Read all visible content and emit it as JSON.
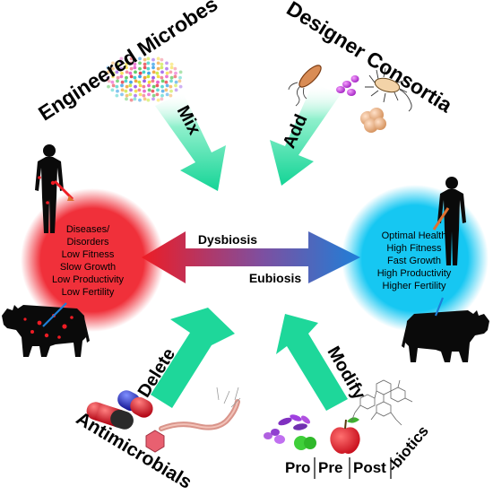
{
  "labels": {
    "engineered_microbes": "Engineered Microbes",
    "designer_consortia": "Designer Consortia",
    "antimicrobials": "Antimicrobials",
    "mix": "Mix",
    "add": "Add",
    "delete": "Delete",
    "modify": "Modify",
    "dysbiosis": "Dysbiosis",
    "eubiosis": "Eubiosis",
    "pro": "Pro",
    "pre": "Pre",
    "post": "Post",
    "biotics": "-biotics"
  },
  "dysbiosis_state": [
    "Diseases/",
    "Disorders",
    "Low Fitness",
    "Slow Growth",
    "Low Productivity",
    "Low Fertility"
  ],
  "eubiosis_state": [
    "Optimal Health",
    "High Fitness",
    "Fast Growth",
    "High Productivity",
    "Higher Fertility"
  ],
  "colors": {
    "arrow_green": "#1ed79a",
    "dysbiosis_red": "#ee1c24",
    "eubiosis_blue": "#1e7fd8",
    "glow_red": "#f0303a",
    "glow_blue": "#16c7f2",
    "silhouette": "#0a0a0a"
  },
  "icons": [
    "dotted-microbe-cluster-icon",
    "bacteria-icon",
    "human-silhouette-icon",
    "cow-silhouette-icon",
    "capsule-icon",
    "phage-icon",
    "apple-icon",
    "molecule-icon"
  ]
}
